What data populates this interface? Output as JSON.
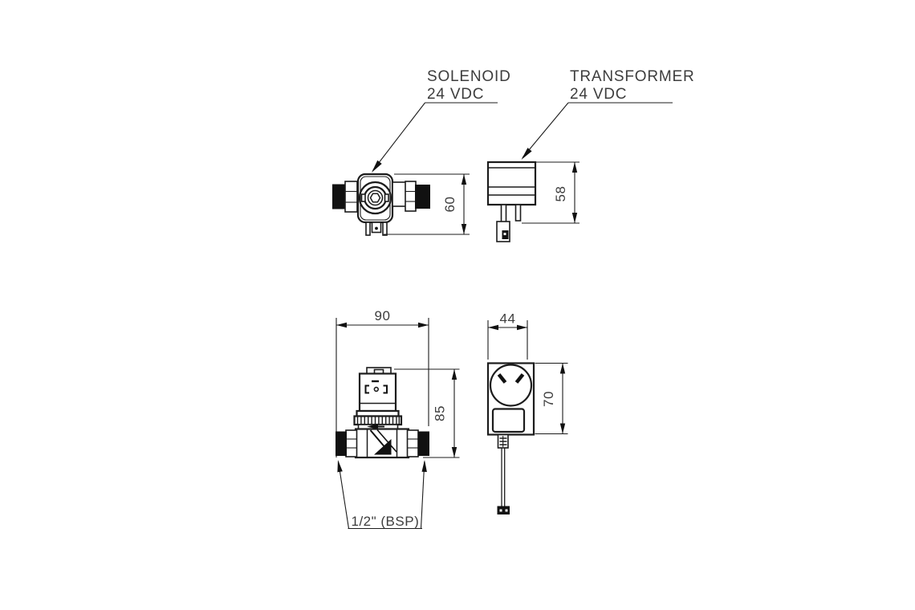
{
  "drawing": {
    "background": "#ffffff",
    "line_color": "#1c1c1c",
    "text_color": "#3d3d3d",
    "callouts": {
      "solenoid": {
        "title": "SOLENOID",
        "subtitle": "24 VDC"
      },
      "transformer": {
        "title": "TRANSFORMER",
        "subtitle": "24 VDC"
      }
    },
    "dimensions": {
      "solenoid_side_height": "60",
      "transformer_side_height": "58",
      "valve_front_width": "90",
      "valve_front_height": "85",
      "transformer_front_width": "44",
      "transformer_front_height": "70"
    },
    "thread_label": "1/2\" (BSP)"
  }
}
